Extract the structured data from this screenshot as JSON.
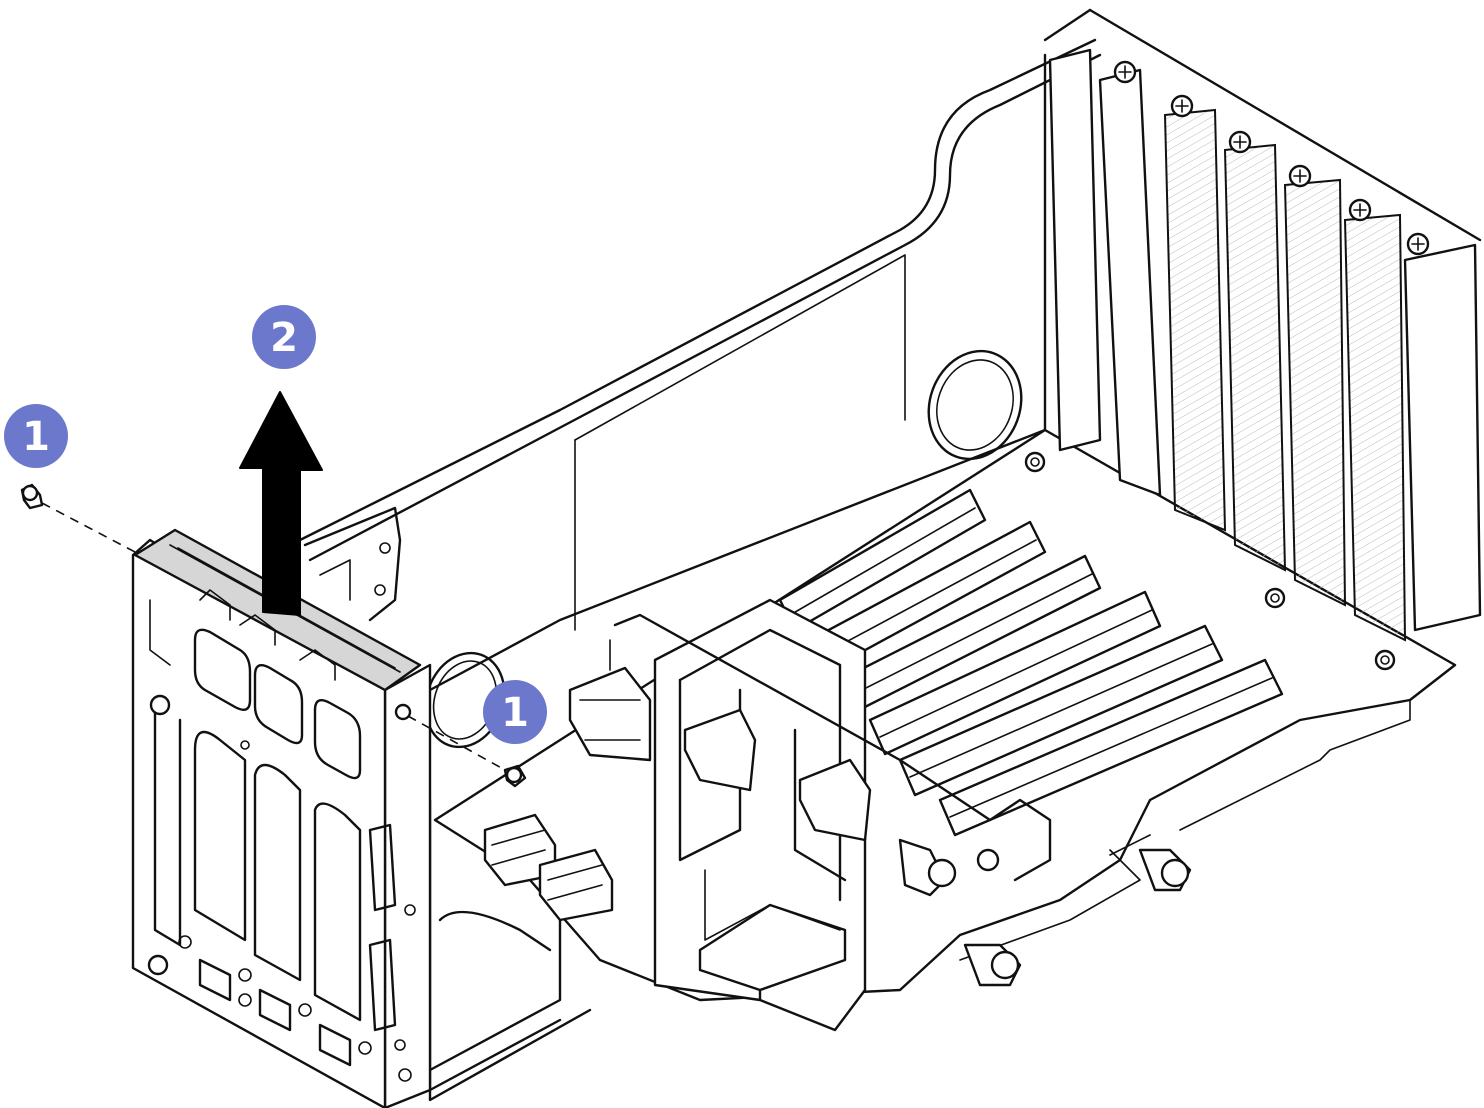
{
  "colors": {
    "callout": "#6b78cc",
    "callout_text": "#ffffff",
    "line": "#111111",
    "background": "#ffffff",
    "highlight": "#d6d6d6"
  },
  "callouts": [
    {
      "label": "1",
      "meaning": "screw"
    },
    {
      "label": "2",
      "meaning": "lift"
    },
    {
      "label": "1",
      "meaning": "screw"
    }
  ],
  "icons": {
    "arrow": "up-arrow-icon",
    "screw": "screw-icon"
  }
}
